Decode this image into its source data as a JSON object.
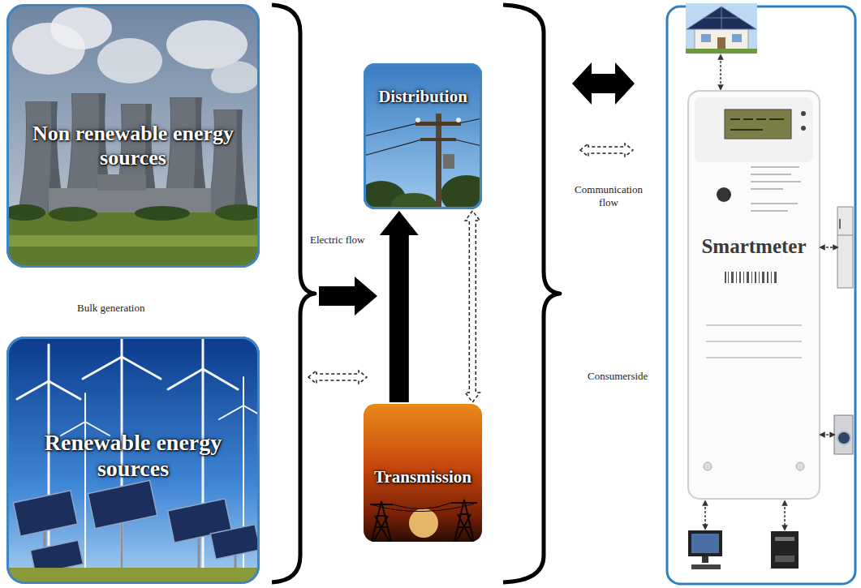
{
  "diagram": {
    "nodes": [
      {
        "text": [
          "Non renewable energy sources"
        ]
      },
      {
        "text": [
          "Renewable energy sources"
        ]
      },
      {
        "text": [
          "Distribution"
        ]
      },
      {
        "text": [
          "Transmission"
        ]
      },
      {
        "text": [
          "Smartmeter"
        ]
      }
    ],
    "edges": [
      {
        "from": 3,
        "to": 2,
        "arrow": "to"
      },
      {
        "from": 3,
        "to": 2,
        "arrow": "both"
      }
    ],
    "labels": [
      "Bulk generation",
      "Electric flow",
      "Communication flow",
      "Consumerside"
    ]
  }
}
